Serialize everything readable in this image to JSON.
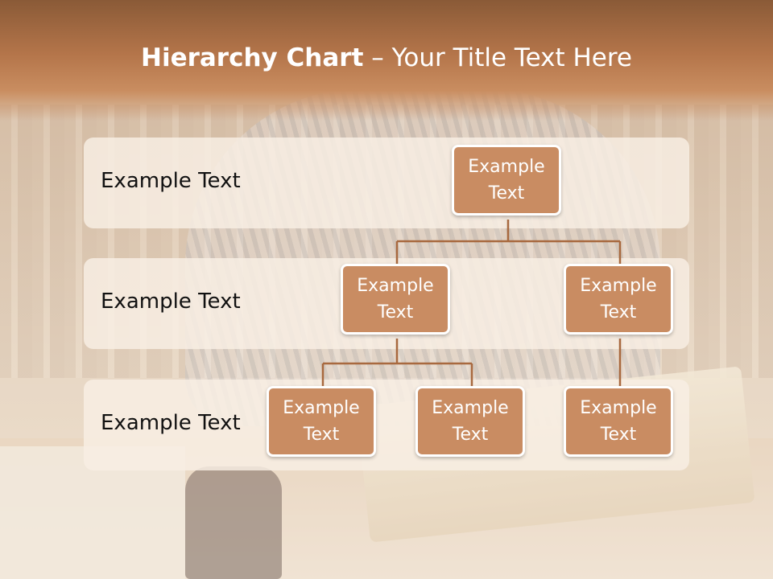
{
  "slide": {
    "title_bold": "Hierarchy Chart",
    "title_rest": " – Your Title Text Here"
  },
  "rows": [
    {
      "label": "Example Text"
    },
    {
      "label": "Example Text"
    },
    {
      "label": "Example Text"
    }
  ],
  "nodes": {
    "root": "Example Text",
    "level2_left": "Example Text",
    "level2_right": "Example Text",
    "level3_left": "Example Text",
    "level3_middle": "Example Text",
    "level3_right": "Example Text"
  },
  "colors": {
    "node_fill": "#c98c62",
    "node_border": "#ffffff",
    "connector": "#a8693f",
    "band_fill": "#f8eee4",
    "title_band": "#b4754a"
  }
}
